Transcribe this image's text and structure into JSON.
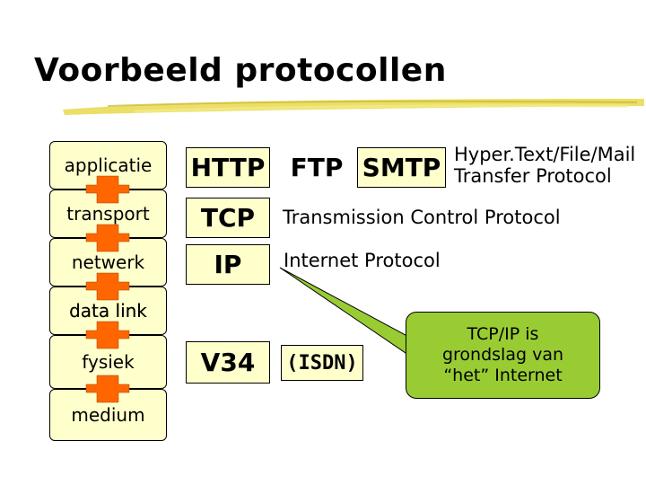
{
  "title": "Voorbeeld protocollen",
  "layers": [
    {
      "label": "applicatie"
    },
    {
      "label": "transport"
    },
    {
      "label": "netwerk"
    },
    {
      "label": "data link"
    },
    {
      "label": "fysiek"
    },
    {
      "label": "medium"
    }
  ],
  "protocols": {
    "http": "HTTP",
    "ftp": "FTP",
    "smtp": "SMTP",
    "tcp": "TCP",
    "ip": "IP",
    "v34": "V34",
    "isdn": "(ISDN)"
  },
  "descriptions": {
    "app_line1": "Hyper.Text/File/Mail",
    "app_line2": "Transfer Protocol",
    "tcp": "Transmission Control Protocol",
    "ip": "Internet Protocol"
  },
  "callout": {
    "line1": "TCP/IP is",
    "line2": "grondslag van",
    "line3": "“het” Internet"
  },
  "colors": {
    "box_fill": "#ffffcc",
    "connector": "#ff6600",
    "callout_fill": "#99cc33",
    "title_underline": "#e6d84a"
  }
}
